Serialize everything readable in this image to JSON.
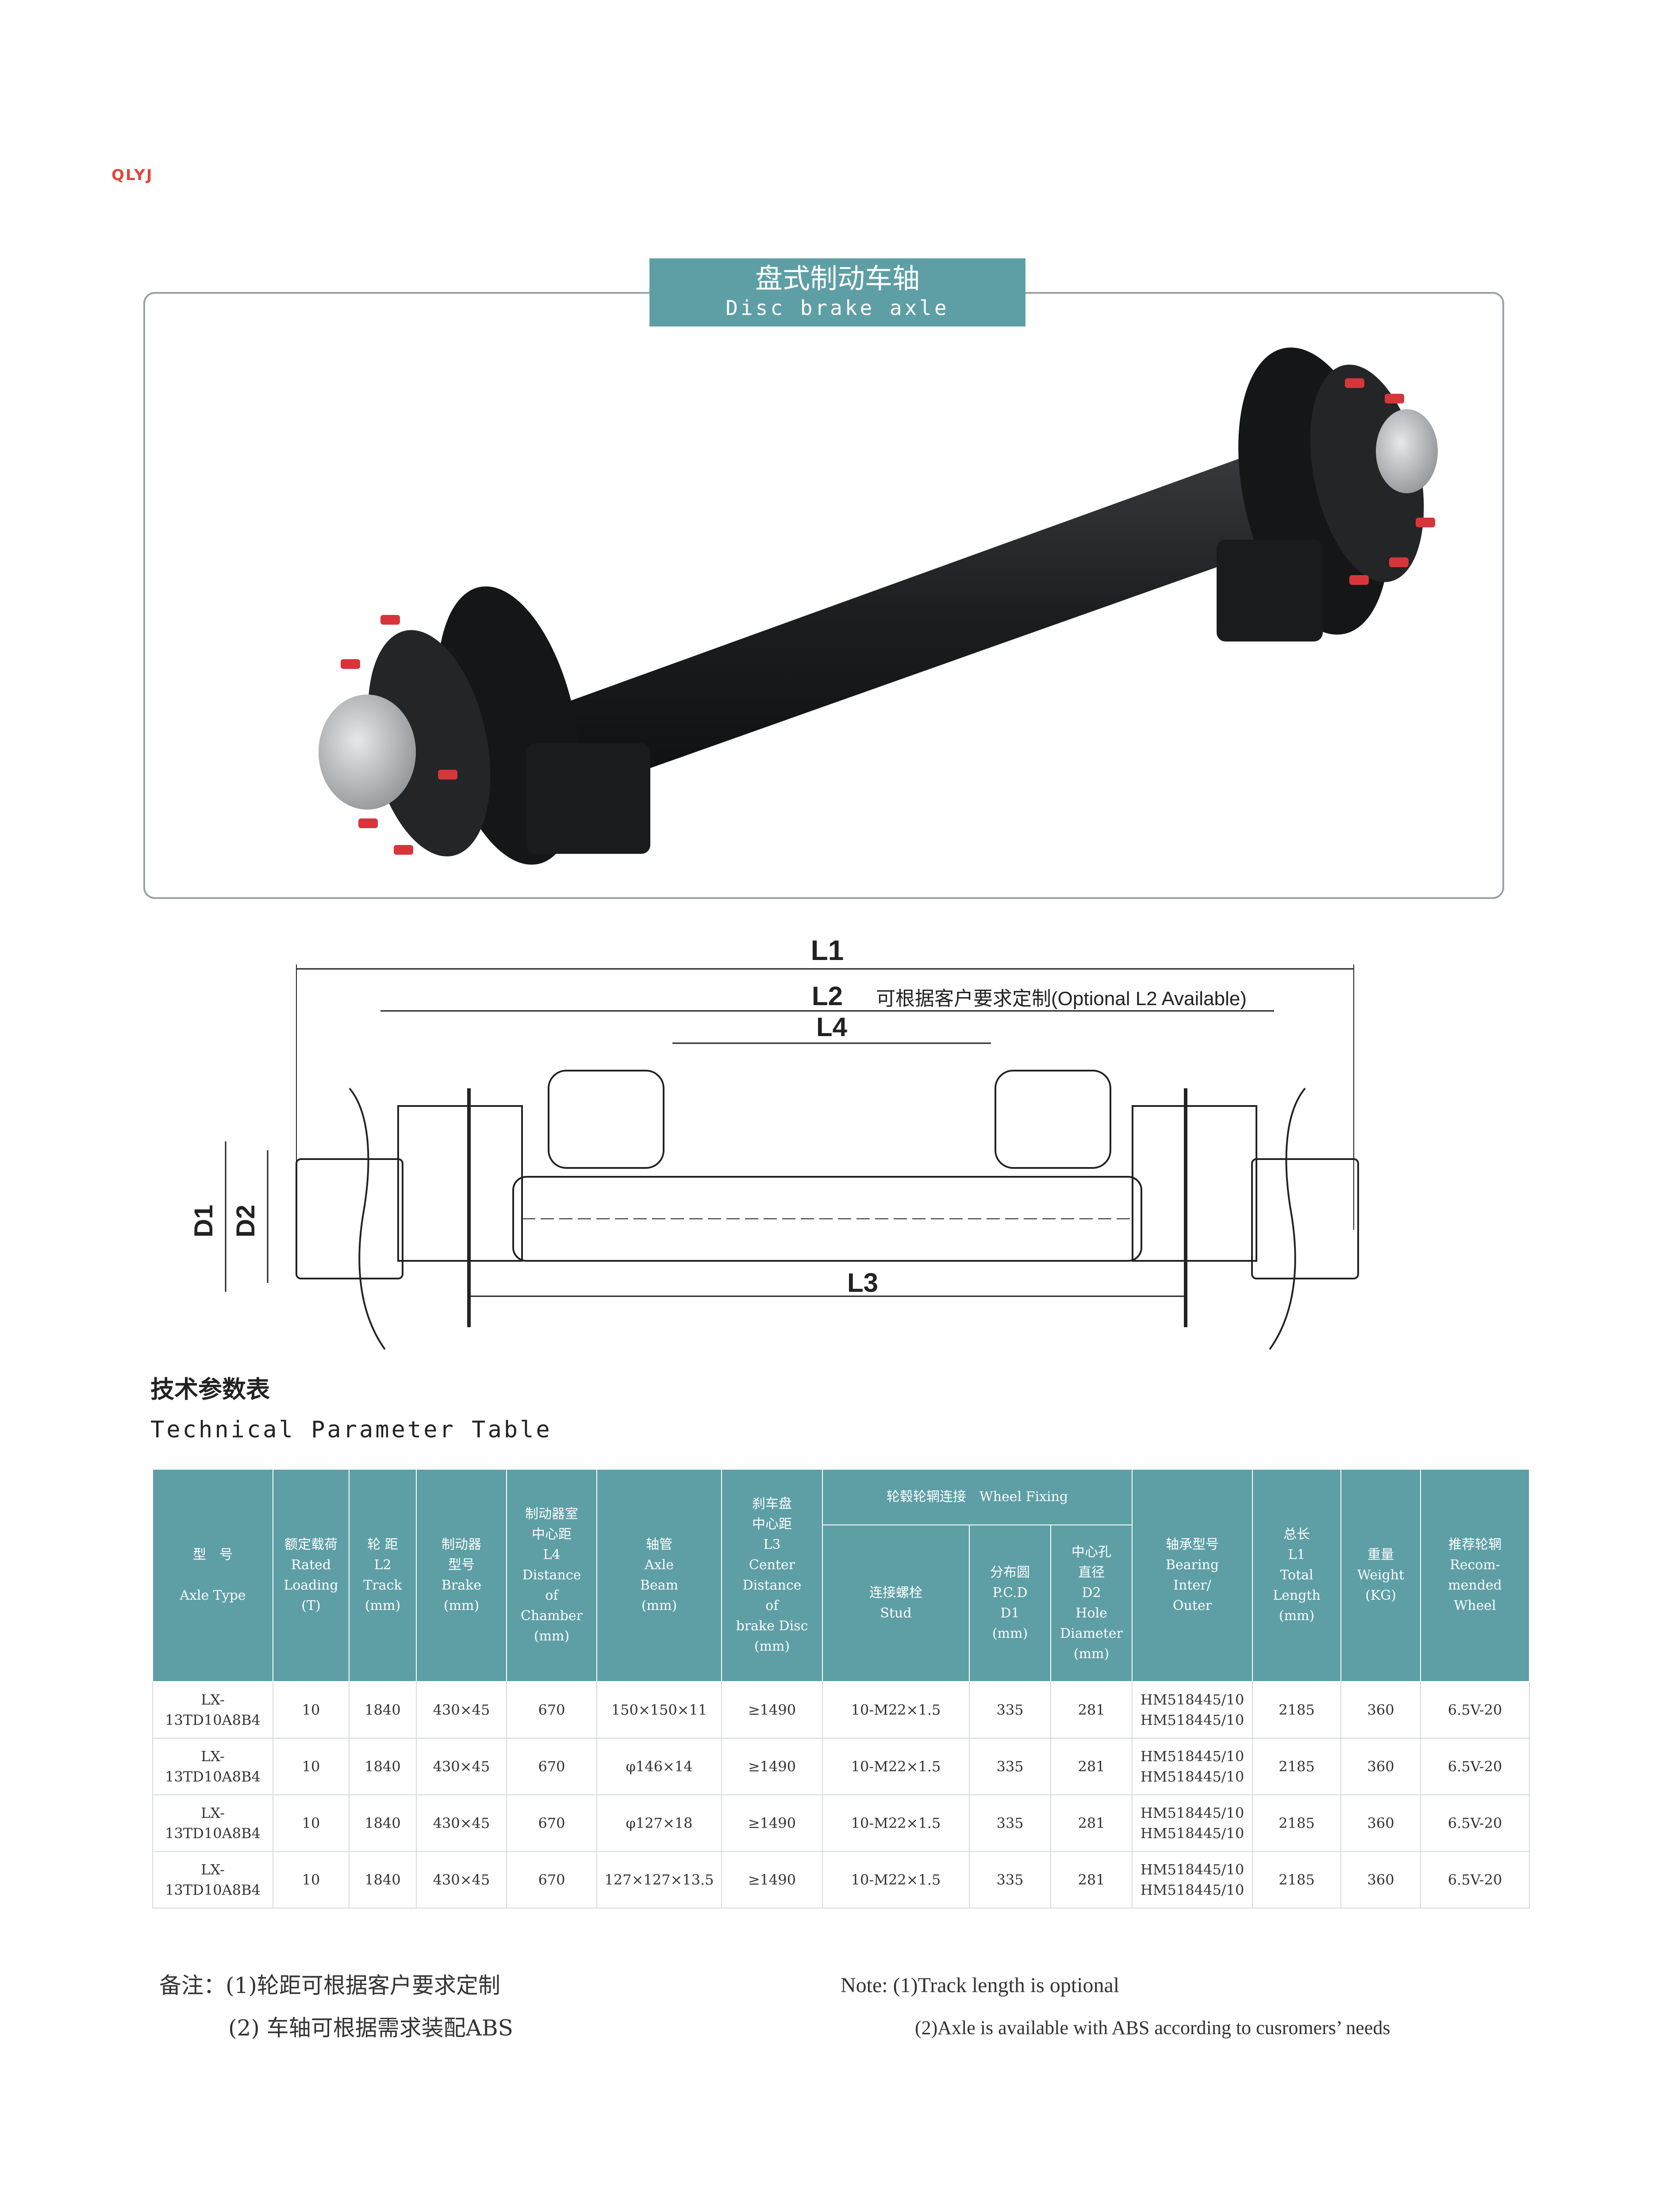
{
  "brand": {
    "logo_text": "QLYJ"
  },
  "product": {
    "title_cn": "盘式制动车轴",
    "title_en": "Disc brake axle"
  },
  "drawing": {
    "l1": "L1",
    "l2": "L2",
    "l2_note": "可根据客户要求定制(Optional L2 Available)",
    "l3": "L3",
    "l4": "L4",
    "d1": "D1",
    "d2": "D2"
  },
  "table_section": {
    "title_cn": "技术参数表",
    "title_en": "Technical Parameter Table"
  },
  "table": {
    "headers": {
      "axle_type": "型　号\n\nAxle Type",
      "rated_loading": "额定载荷\nRated\nLoading\n(T)",
      "track": "轮 距\nL2\nTrack\n(mm)",
      "brake": "制动器\n型号\nBrake\n(mm)",
      "chamber_distance": "制动器室\n中心距\nL4\nDistance\nof\nChamber\n(mm)",
      "axle_beam": "轴管\nAxle\nBeam\n(mm)",
      "disc_distance": "刹车盘\n中心距\nL3\nCenter\nDistance\nof\nbrake Disc\n(mm)",
      "wheel_fixing": "轮毂轮辋连接　Wheel Fixing",
      "stud": "连接螺栓\nStud",
      "pcd": "分布圆\nP.C.D\nD1\n(mm)",
      "hole_diameter": "中心孔\n直径\nD2\nHole\nDiameter\n(mm)",
      "bearing": "轴承型号\nBearing\nInter/\nOuter",
      "total_length": "总长\nL1\nTotal\nLength\n(mm)",
      "weight": "重量\nWeight\n(KG)",
      "wheel": "推荐轮辋\nRecom-\nmended\nWheel"
    },
    "rows": [
      {
        "type": "LX-13TD10A8B4",
        "load": "10",
        "track": "1840",
        "brake": "430×45",
        "l4": "670",
        "beam": "150×150×11",
        "l3": "≥1490",
        "stud": "10-M22×1.5",
        "pcd": "335",
        "hole": "281",
        "bearing": "HM518445/10\nHM518445/10",
        "length": "2185",
        "weight": "360",
        "wheel": "6.5V-20"
      },
      {
        "type": "LX-13TD10A8B4",
        "load": "10",
        "track": "1840",
        "brake": "430×45",
        "l4": "670",
        "beam": "φ146×14",
        "l3": "≥1490",
        "stud": "10-M22×1.5",
        "pcd": "335",
        "hole": "281",
        "bearing": "HM518445/10\nHM518445/10",
        "length": "2185",
        "weight": "360",
        "wheel": "6.5V-20"
      },
      {
        "type": "LX-13TD10A8B4",
        "load": "10",
        "track": "1840",
        "brake": "430×45",
        "l4": "670",
        "beam": "φ127×18",
        "l3": "≥1490",
        "stud": "10-M22×1.5",
        "pcd": "335",
        "hole": "281",
        "bearing": "HM518445/10\nHM518445/10",
        "length": "2185",
        "weight": "360",
        "wheel": "6.5V-20"
      },
      {
        "type": "LX-13TD10A8B4",
        "load": "10",
        "track": "1840",
        "brake": "430×45",
        "l4": "670",
        "beam": "127×127×13.5",
        "l3": "≥1490",
        "stud": "10-M22×1.5",
        "pcd": "335",
        "hole": "281",
        "bearing": "HM518445/10\nHM518445/10",
        "length": "2185",
        "weight": "360",
        "wheel": "6.5V-20"
      }
    ]
  },
  "notes": {
    "cn_line1": "备注：(1)轮距可根据客户要求定制",
    "cn_line2": "(2) 车轴可根据需求装配ABS",
    "en_line1": "Note: (1)Track length is optional",
    "en_line2": "(2)Axle is available with ABS according to cusromers’ needs"
  },
  "colors": {
    "accent": "#5e9fa6",
    "logo": "#e0463a"
  }
}
